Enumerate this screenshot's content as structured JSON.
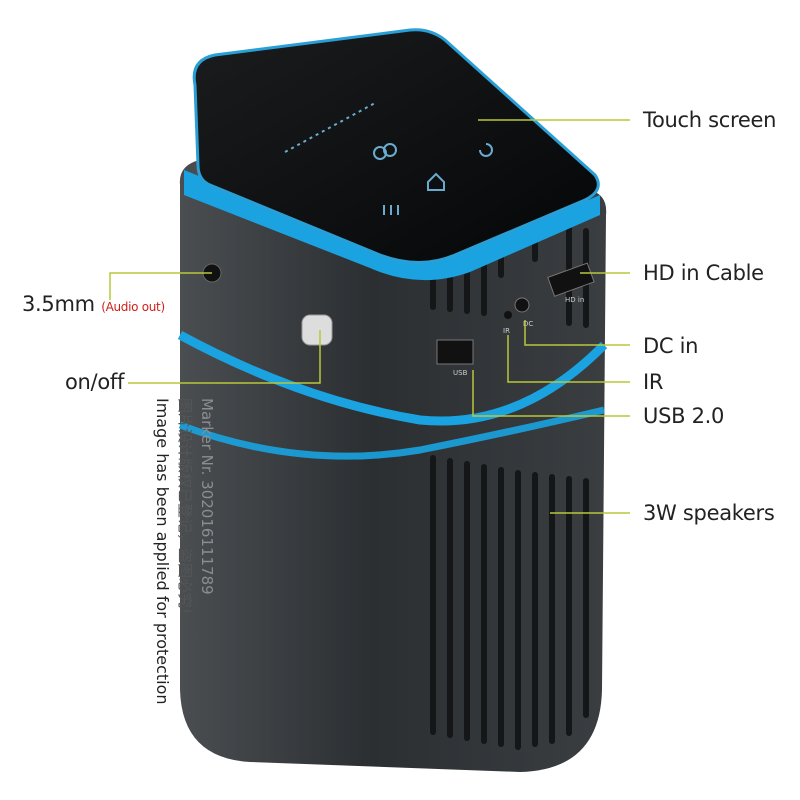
{
  "callouts": {
    "touch_screen": "Touch screen",
    "audio": "3.5mm",
    "audio_sub": "(Audio out)",
    "hd_in": "HD in Cable",
    "dc_in": "DC in",
    "ir": "IR",
    "on_off": "on/off",
    "usb": "USB 2.0",
    "speakers": "3W speakers"
  },
  "port_labels": {
    "usb": "USB",
    "ir": "IR",
    "dc": "DC",
    "hd": "HD in"
  },
  "watermark": {
    "line1": "Marker Nr. 302016111789",
    "line2": "图片设计版权已登记，盗图必究!",
    "line3": "Image has been applied for protection"
  },
  "colors": {
    "callout_line": "#b8c83a",
    "accent_blue": "#1aa3e0",
    "body": "#2e3235",
    "audio_sub": "#d0201a"
  }
}
